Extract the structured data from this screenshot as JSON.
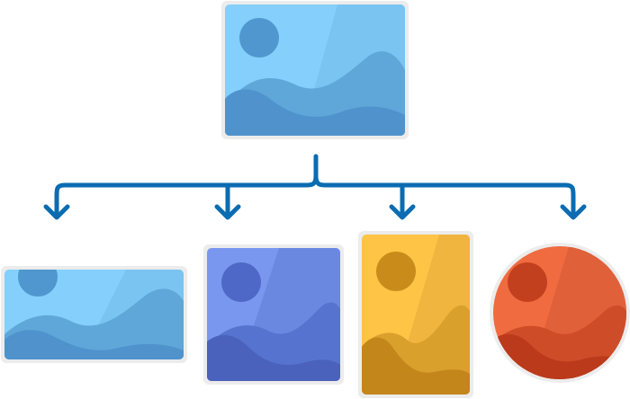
{
  "colors": {
    "connector": "#0b6cb1",
    "frame": "#ececec",
    "blue_image": {
      "sky_light": "#84cffc",
      "sky_mid": "#7ac4f1",
      "sun": "#4f97ce",
      "hill_back": "#5fa6d9",
      "hill_front": "#4f92cc"
    },
    "indigo_image": {
      "sky_light": "#7a97ef",
      "sky_mid": "#6b88e1",
      "sun": "#4d68c6",
      "hill_back": "#5673cf",
      "hill_front": "#4a62bb"
    },
    "yellow_image": {
      "sky_light": "#fdc446",
      "sky_mid": "#f0b53e",
      "sun": "#c98b1a",
      "hill_back": "#d9a02c",
      "hill_front": "#c3861a"
    },
    "red_image": {
      "sky_light": "#f06b40",
      "sky_mid": "#e0603a",
      "sun": "#c3401e",
      "hill_back": "#cf4c29",
      "hill_front": "#bb3a1b"
    }
  },
  "diagram": {
    "source": {
      "icon": "image-icon",
      "shape": "landscape"
    },
    "outputs": [
      {
        "icon": "image-icon",
        "shape": "wide-landscape"
      },
      {
        "icon": "image-icon",
        "shape": "portrait"
      },
      {
        "icon": "image-icon",
        "shape": "tall-portrait"
      },
      {
        "icon": "image-icon",
        "shape": "circle"
      }
    ],
    "arrow_icon": "arrow-down-icon"
  }
}
